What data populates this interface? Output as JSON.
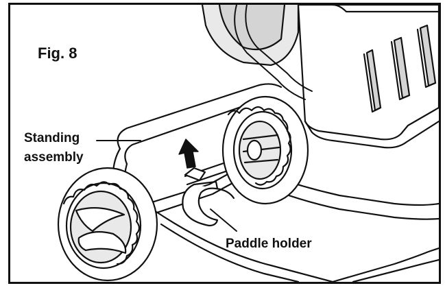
{
  "figure": {
    "title": "Fig. 8",
    "labels": {
      "standing_assembly_line1": "Standing",
      "standing_assembly_line2": "assembly",
      "paddle_holder": "Paddle holder"
    },
    "colors": {
      "line": "#111111",
      "fill": "#ffffff",
      "shade": "#e9e9e9",
      "dark_shade": "#d4d4d4"
    }
  }
}
